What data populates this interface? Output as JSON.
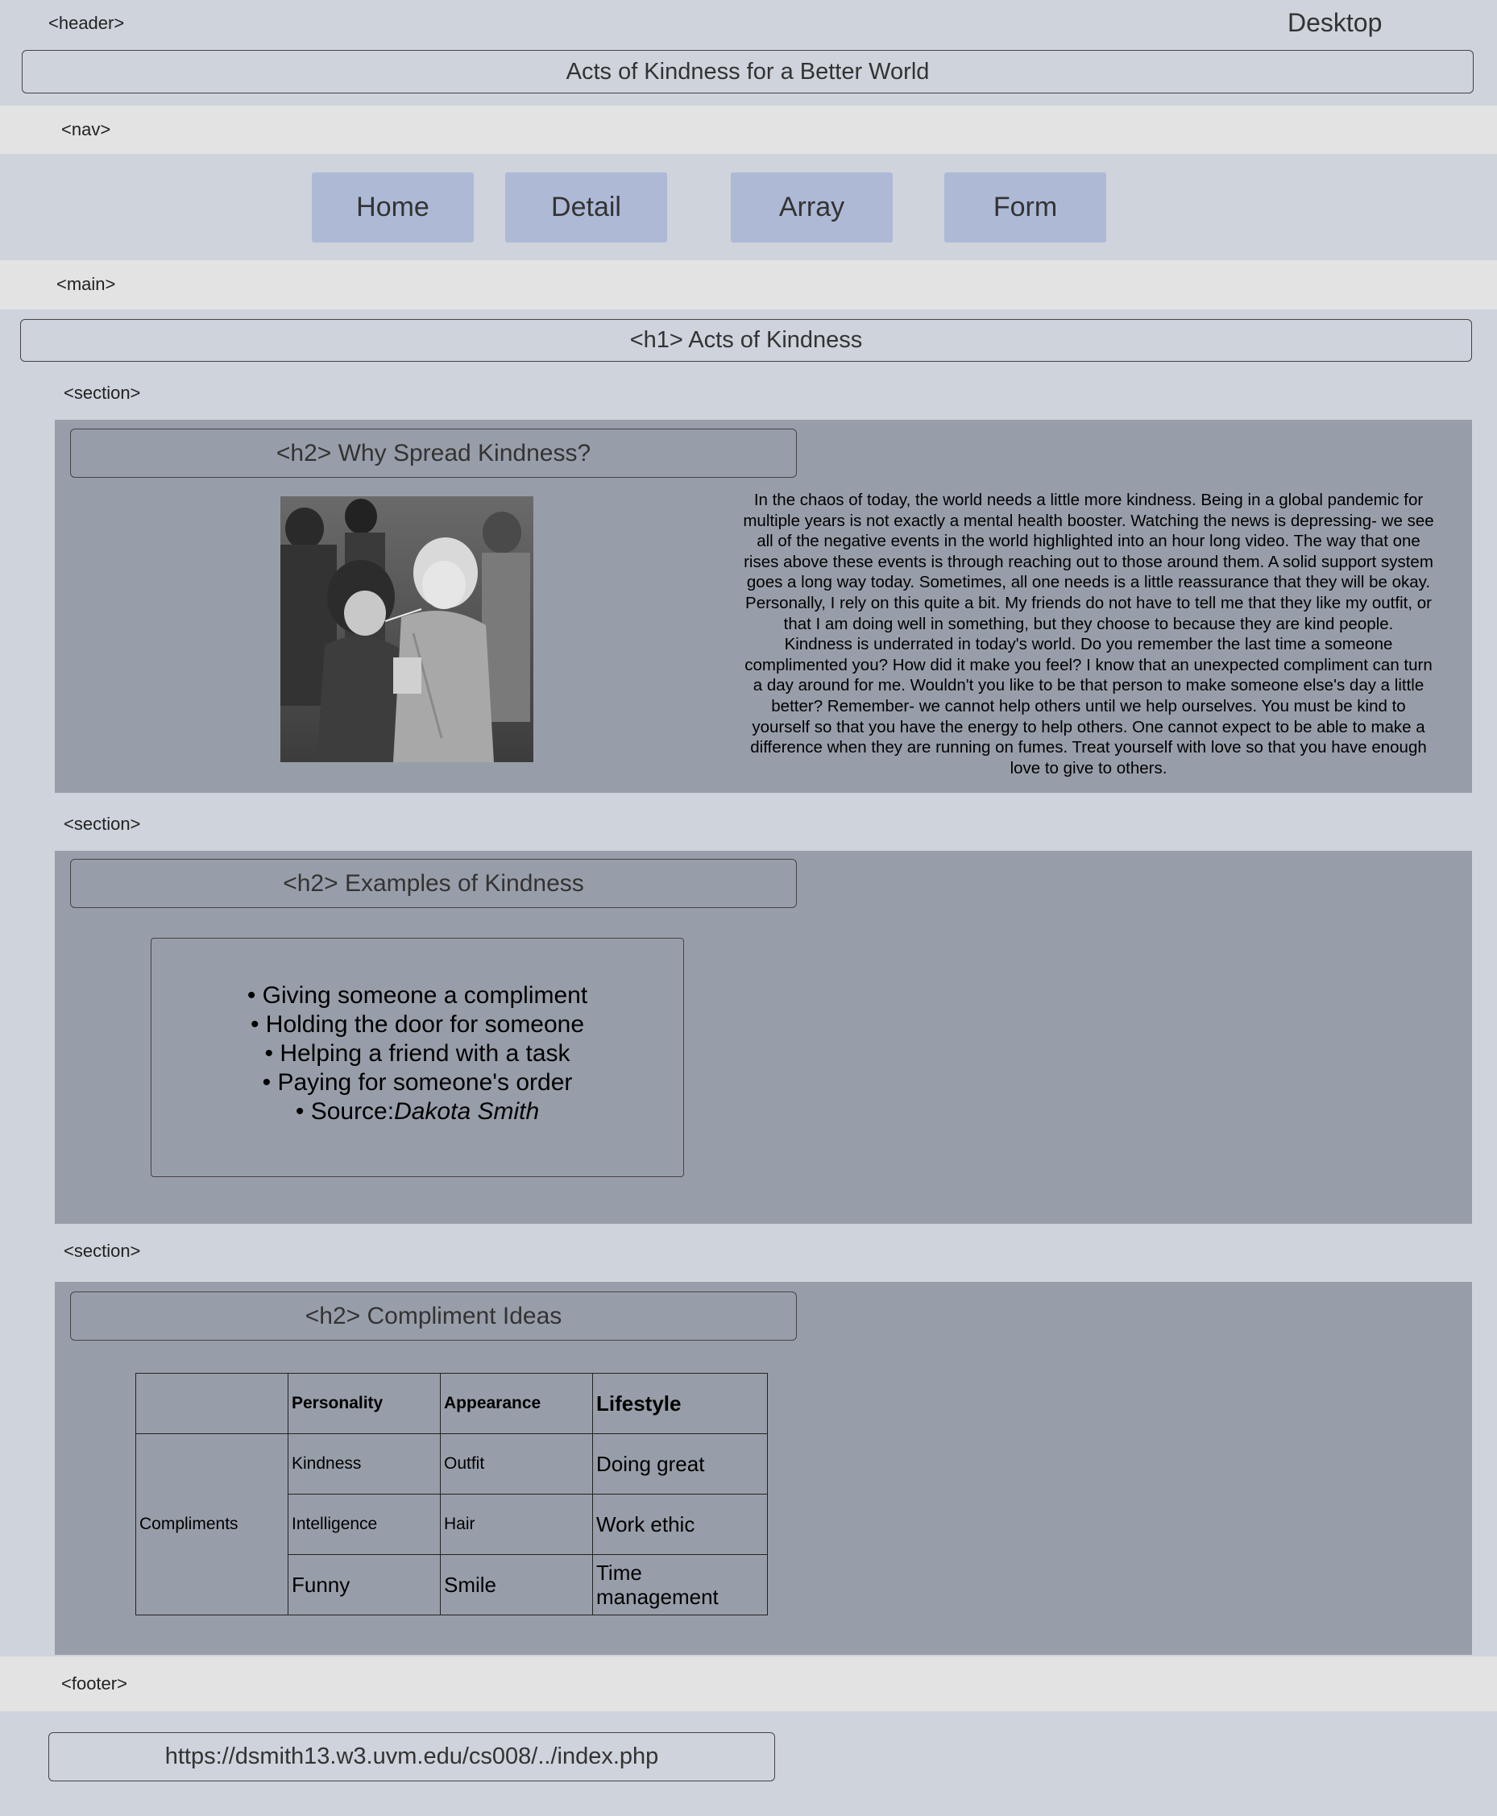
{
  "header": {
    "tag": "<header>",
    "device_label": "Desktop",
    "title": "Acts of Kindness for a Better World"
  },
  "nav": {
    "tag": "<nav>",
    "items": [
      {
        "label": "Home"
      },
      {
        "label": "Detail"
      },
      {
        "label": "Array"
      },
      {
        "label": "Form"
      }
    ]
  },
  "main": {
    "tag": "<main>",
    "h1": "<h1> Acts of Kindness"
  },
  "sections": [
    {
      "tag": "<section>",
      "h2": "<h2> Why Spread Kindness?",
      "paragraph": [
        "In the chaos of today, the world needs a little more kindness. Being in a global pandemic for",
        "multiple years is not exactly a mental health booster. Watching the news is depressing- we see",
        "all of the negative events in the world highlighted into an hour long video. The way that one",
        "rises above these events is through reaching out to those around them. A solid support system",
        "goes a long way today. Sometimes, all one needs is a little reassurance that they will be okay.",
        "Personally, I rely on this quite a bit. My friends do not have to tell me that they like my outfit, or",
        "that I am doing well in something, but they choose to because they are kind people.",
        "Kindness is underrated in today's world. Do you remember the last time a someone",
        "complimented you? How did it make you feel? I know that an unexpected compliment can turn",
        "a day around for me. Wouldn't you like to be that person to make someone else's day a little",
        "better? Remember- we cannot help others until we help ourselves. You must be kind to",
        "yourself so that you have the energy to help others. One cannot expect to be able to make a",
        "difference when they are running on fumes. Treat yourself with love so that you have enough",
        "love to give to others."
      ]
    },
    {
      "tag": "<section>",
      "h2": "<h2> Examples of Kindness",
      "list": [
        "Giving someone a compliment",
        "Holding the door for someone",
        "Helping a friend with a task",
        "Paying for someone's order"
      ],
      "source_label": "Source:",
      "source_name": "Dakota Smith"
    },
    {
      "tag": "<section>",
      "h2": "<h2> Compliment Ideas",
      "table": {
        "headers": [
          "",
          "Personality",
          "Appearance",
          "Lifestyle"
        ],
        "row_label": "Compliments",
        "rows": [
          [
            "Kindness",
            "Outfit",
            "Doing great"
          ],
          [
            "Intelligence",
            "Hair",
            "Work ethic"
          ],
          [
            "Funny",
            "Smile",
            "Time management"
          ]
        ]
      }
    }
  ],
  "footer": {
    "tag": "<footer>",
    "url": "https://dsmith13.w3.uvm.edu/cs008/../index.php"
  },
  "colors": {
    "page_bg": "#ced3dc",
    "band_bg": "#e3e3e4",
    "nav_button": "#aeb9d6",
    "section_bg": "#989ea9"
  }
}
